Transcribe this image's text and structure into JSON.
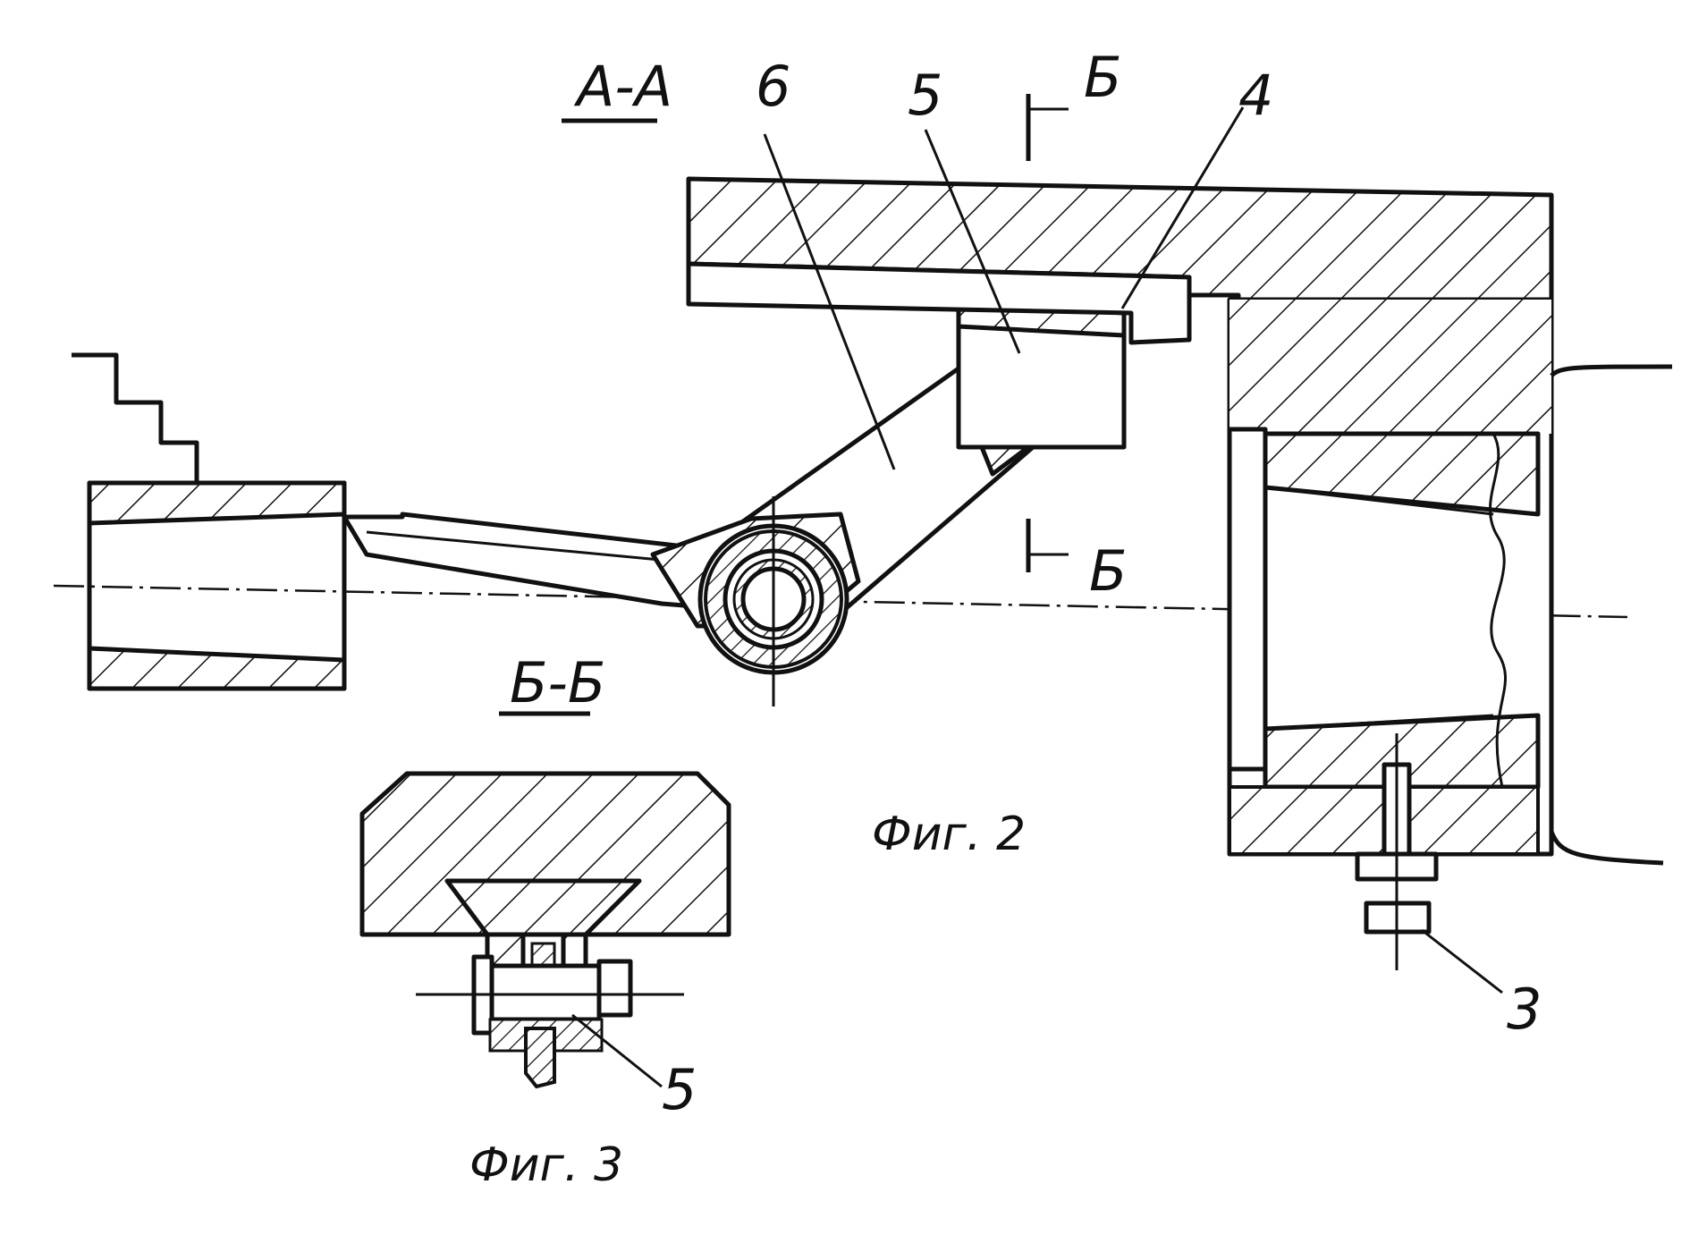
{
  "section_labels": {
    "a_a": "А-А",
    "b_b": "Б-Б"
  },
  "cut_marks": {
    "top": "Б",
    "bottom": "Б"
  },
  "part_numbers": {
    "p6": "6",
    "p5_top": "5",
    "p4": "4",
    "p3": "3",
    "p5_bottom": "5"
  },
  "figure_captions": {
    "fig2": "Фиг. 2",
    "fig3": "Фиг. 3"
  },
  "colors": {
    "ink": "#111111",
    "paper": "#ffffff"
  }
}
